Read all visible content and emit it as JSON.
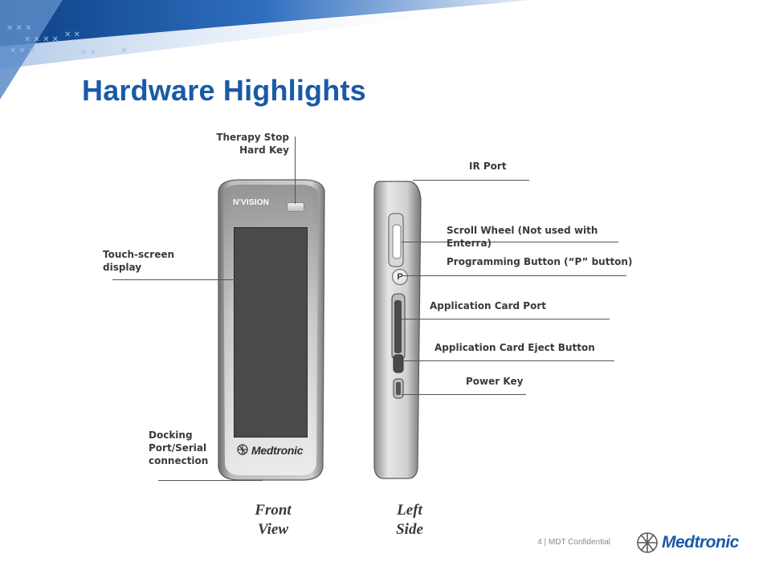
{
  "slide": {
    "title": "Hardware Highlights",
    "footer": "4 | MDT Confidential"
  },
  "device": {
    "brand_label": "N'VISION",
    "logo_text": "Medtronic",
    "p_button_label": "P"
  },
  "callouts": {
    "therapy_stop_line1": "Therapy Stop",
    "therapy_stop_line2": "Hard Key",
    "touch_screen_line1": "Touch-screen",
    "touch_screen_line2": "display",
    "docking_line1": "Docking",
    "docking_line2": "Port/Serial",
    "docking_line3": "connection",
    "ir_port": "IR Port",
    "scroll_wheel_line1": "Scroll Wheel (Not used with",
    "scroll_wheel_line2": "Enterra)",
    "programming_button": "Programming Button (“P” button)",
    "app_card_port": "Application Card Port",
    "app_card_eject": "Application Card Eject Button",
    "power_key": "Power Key"
  },
  "views": {
    "front_line1": "Front",
    "front_line2": "View",
    "left_line1": "Left",
    "left_line2": "Side"
  },
  "branding": {
    "footer_logo_text": "Medtronic",
    "accent_color": "#1a5aa6"
  }
}
